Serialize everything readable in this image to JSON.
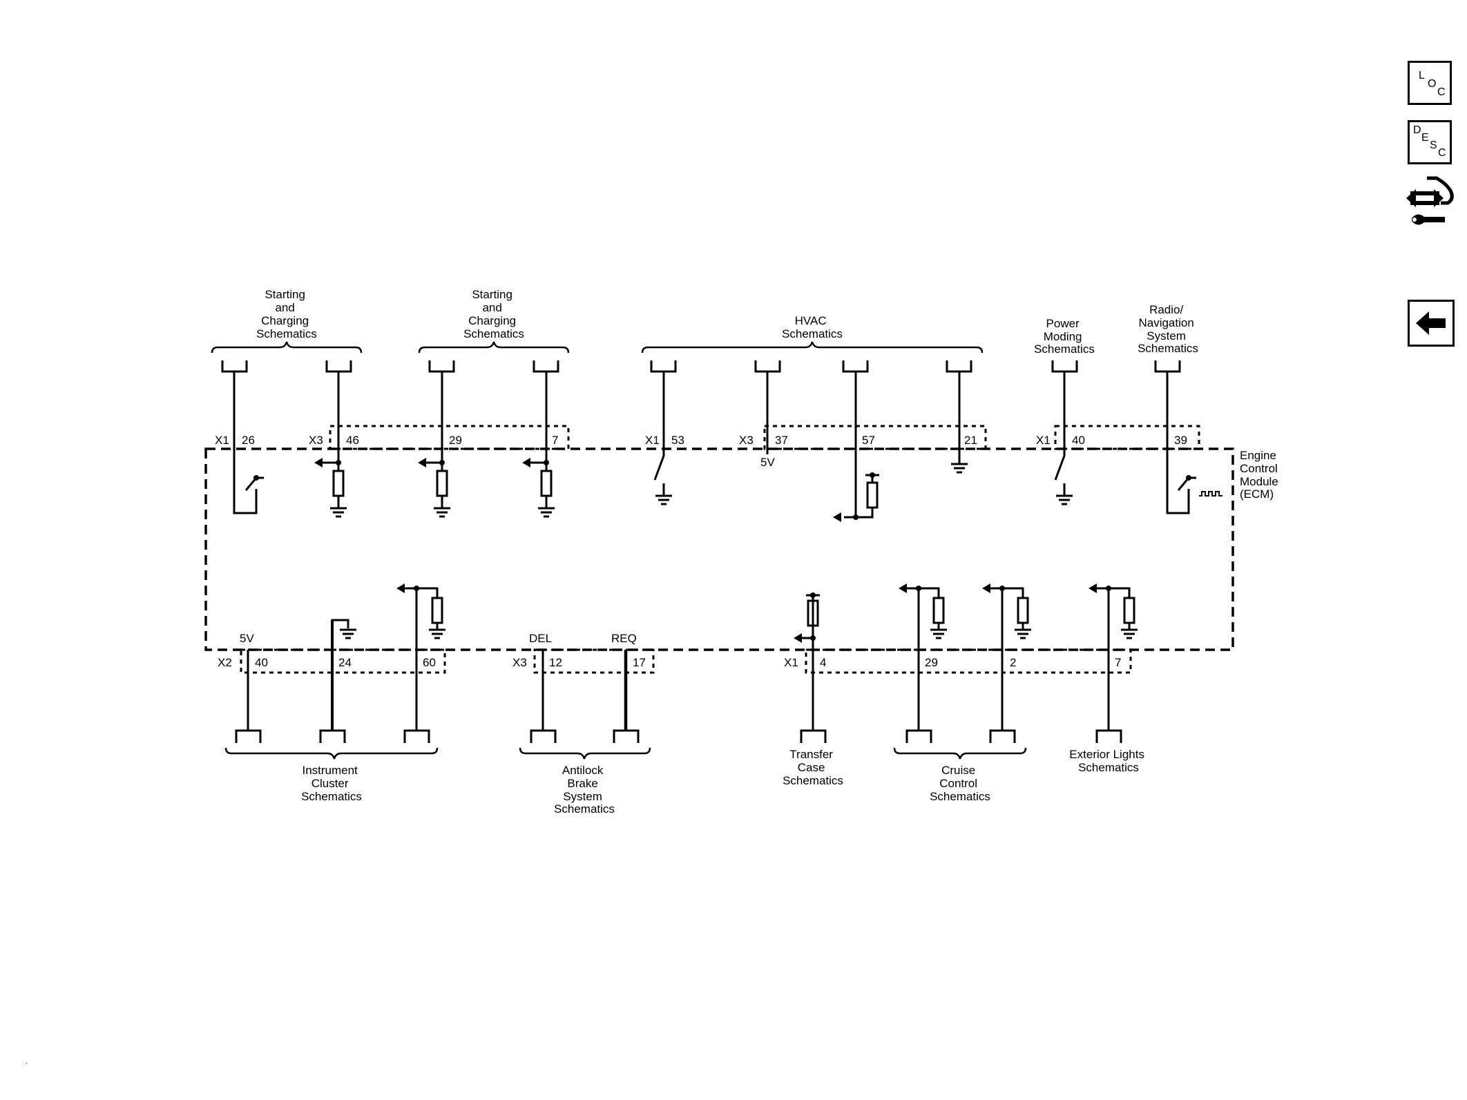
{
  "sidebar": {
    "loc": {
      "letters": [
        "L",
        "O",
        "C"
      ]
    },
    "desc": {
      "letters": [
        "D",
        "E",
        "S",
        "C"
      ]
    },
    "tool_icon": "service-tool-icon",
    "back_icon": "back-arrow-icon"
  },
  "diagram": {
    "module_label": [
      "Engine",
      "Control",
      "Module",
      "(ECM)"
    ],
    "top_groups": [
      {
        "lines": [
          "Starting",
          "and",
          "Charging",
          "Schematics"
        ]
      },
      {
        "lines": [
          "Starting",
          "and",
          "Charging",
          "Schematics"
        ]
      },
      {
        "lines": [
          "HVAC",
          "Schematics"
        ]
      },
      {
        "lines": [
          "Power",
          "Moding",
          "Schematics"
        ]
      },
      {
        "lines": [
          "Radio/",
          "Navigation",
          "System",
          "Schematics"
        ]
      }
    ],
    "bottom_groups": [
      {
        "lines": [
          "Instrument",
          "Cluster",
          "Schematics"
        ]
      },
      {
        "lines": [
          "Antilock",
          "Brake",
          "System",
          "Schematics"
        ]
      },
      {
        "lines": [
          "Transfer",
          "Case",
          "Schematics"
        ]
      },
      {
        "lines": [
          "Cruise",
          "Control",
          "Schematics"
        ]
      },
      {
        "lines": [
          "Exterior Lights",
          "Schematics"
        ]
      }
    ],
    "top_connectors": [
      "X1",
      "X3",
      "X1",
      "X3",
      "X1"
    ],
    "top_pins": [
      "26",
      "46",
      "29",
      "7",
      "53",
      "37",
      "57",
      "21",
      "40",
      "39"
    ],
    "bottom_connectors": [
      "X2",
      "X3",
      "X1"
    ],
    "bottom_pins": [
      "40",
      "24",
      "60",
      "12",
      "17",
      "4",
      "29",
      "2",
      "7"
    ],
    "signal_labels": [
      "5V",
      "5V",
      "DEL",
      "REQ"
    ]
  }
}
